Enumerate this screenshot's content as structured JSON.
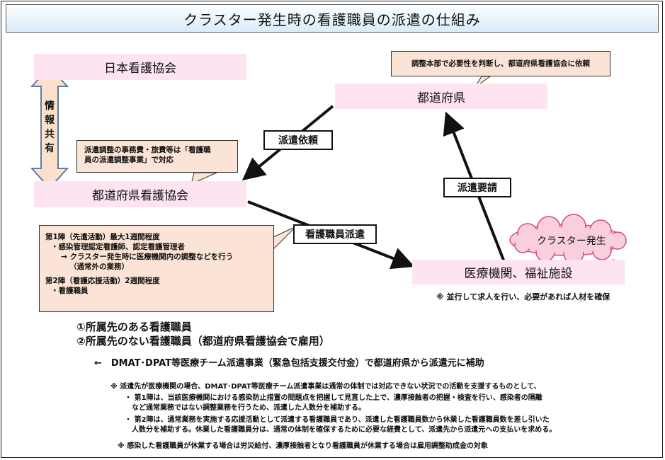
{
  "title": "クラスター発生時の看護職員の派遣の仕組み",
  "nodes": {
    "nihon": "日本看護協会",
    "pref": "都道府県",
    "pref_assoc": "都道府県看護協会",
    "medical": "医療機関、福祉施設"
  },
  "info_share": [
    "情",
    "報",
    "共",
    "有"
  ],
  "arrow_labels": {
    "request": "派遣依頼",
    "dispatch": "看護職員派遣",
    "demand": "派遣要請"
  },
  "cluster": "クラスター発生",
  "callout_top": "調整本部で必要性を判断し、都道府県看護協会に依頼",
  "callout_assoc": [
    "派遣調整の事務費・旅費等は「看護職",
    "員の派遣調整事業」で対応"
  ],
  "phases": [
    "第1陣（先遣活動）最大1週間程度",
    "・感染管理認定看護師、認定看護管理者",
    "→ クラスター発生時に医療機関内の調整などを行う",
    "（通常外の業務）",
    "第2陣（看護応援活動）2週間程度",
    "・看護職員"
  ],
  "recruit_note": "※ 並行して求人を行い、必要があれば人材を確保",
  "types": [
    "①所属先のある看護職員",
    "②所属先のない看護職員（都道府県看護協会で雇用）"
  ],
  "subsidy": "←　DMAT･DPAT等医療チーム派遣事業（緊急包括支援交付金）で都道府県から派遣元に補助",
  "notes": [
    "※  派遣先が医療機関の場合、DMAT･DPAT等医療チーム派遣事業は通常の体制では対応できない状況での活動を支援するものとして、",
    "・ 第1陣は、当該医療機関における感染防止措置の問題点を把握して見直した上で、濃厚接触者の把握・検査を行い、感染者の隔離",
    "など通常業務ではない調整業務を行うため、派遣した人数分を補助する。",
    "・ 第2陣は、通常業務を実施する応援活動として派遣する看護職員であり、派遣した看護職員数から休業した看護職員数を差し引いた",
    "人数分を補助する。休業した看護職員分は、通常の体制を確保するために必要な経費として、派遣先から派遣元への支払いを求める。",
    "※  感染した看護職員が休業する場合は労災給付、濃厚接触者となり看護職員が休業する場合は雇用調整助成金の対象"
  ]
}
